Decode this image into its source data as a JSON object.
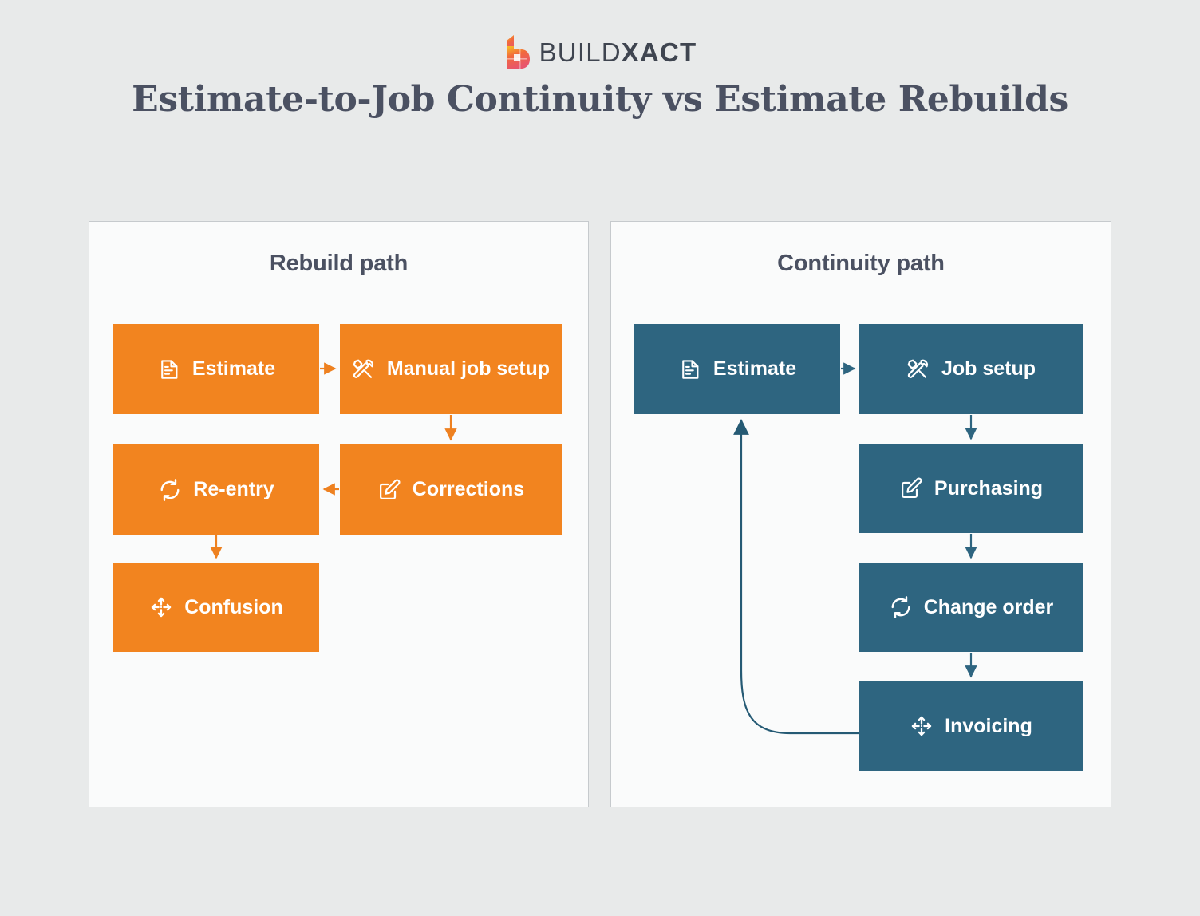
{
  "brand": {
    "logo_icon": "buildxact-b-logo",
    "name_light": "BUILD",
    "name_bold": "XACT",
    "colors": {
      "logo_yellow": "#f7c325",
      "logo_orange": "#f26a3c",
      "logo_pink": "#e8556d",
      "wordmark": "#3f4550"
    }
  },
  "header": {
    "title": "Estimate-to-Job Continuity vs Estimate Rebuilds"
  },
  "colors": {
    "page_background": "#e8eaea",
    "panel_background": "#fafbfb",
    "panel_border": "#c6cacd",
    "rebuild_node": "#f2841f",
    "continuity_node": "#2e6580",
    "node_text": "#ffffff",
    "heading_text": "#4b5162"
  },
  "panels": [
    {
      "id": "rebuild",
      "title": "Rebuild path",
      "accent": "#f2841f",
      "nodes": [
        {
          "id": "estimate",
          "label": "Estimate",
          "icon": "document-icon"
        },
        {
          "id": "manual-job",
          "label": "Manual job setup",
          "icon": "tools-icon"
        },
        {
          "id": "corrections",
          "label": "Corrections",
          "icon": "pencil-square-icon"
        },
        {
          "id": "re-entry",
          "label": "Re-entry",
          "icon": "refresh-icon"
        },
        {
          "id": "confusion",
          "label": "Confusion",
          "icon": "arrows-move-icon"
        }
      ],
      "connections": [
        {
          "from": "estimate",
          "to": "manual-job",
          "direction": "right"
        },
        {
          "from": "manual-job",
          "to": "corrections",
          "direction": "down"
        },
        {
          "from": "corrections",
          "to": "re-entry",
          "direction": "left"
        },
        {
          "from": "re-entry",
          "to": "confusion",
          "direction": "down"
        }
      ]
    },
    {
      "id": "continuity",
      "title": "Continuity path",
      "accent": "#2e6580",
      "nodes": [
        {
          "id": "estimate",
          "label": "Estimate",
          "icon": "document-icon"
        },
        {
          "id": "job-setup",
          "label": "Job setup",
          "icon": "tools-icon"
        },
        {
          "id": "purchasing",
          "label": "Purchasing",
          "icon": "pencil-square-icon"
        },
        {
          "id": "change-order",
          "label": "Change order",
          "icon": "refresh-icon"
        },
        {
          "id": "invoicing",
          "label": "Invoicing",
          "icon": "arrows-move-icon"
        }
      ],
      "connections": [
        {
          "from": "estimate",
          "to": "job-setup",
          "direction": "right"
        },
        {
          "from": "job-setup",
          "to": "purchasing",
          "direction": "down"
        },
        {
          "from": "purchasing",
          "to": "change-order",
          "direction": "down"
        },
        {
          "from": "change-order",
          "to": "invoicing",
          "direction": "down"
        },
        {
          "from": "invoicing",
          "to": "estimate",
          "direction": "loop-back"
        }
      ]
    }
  ]
}
